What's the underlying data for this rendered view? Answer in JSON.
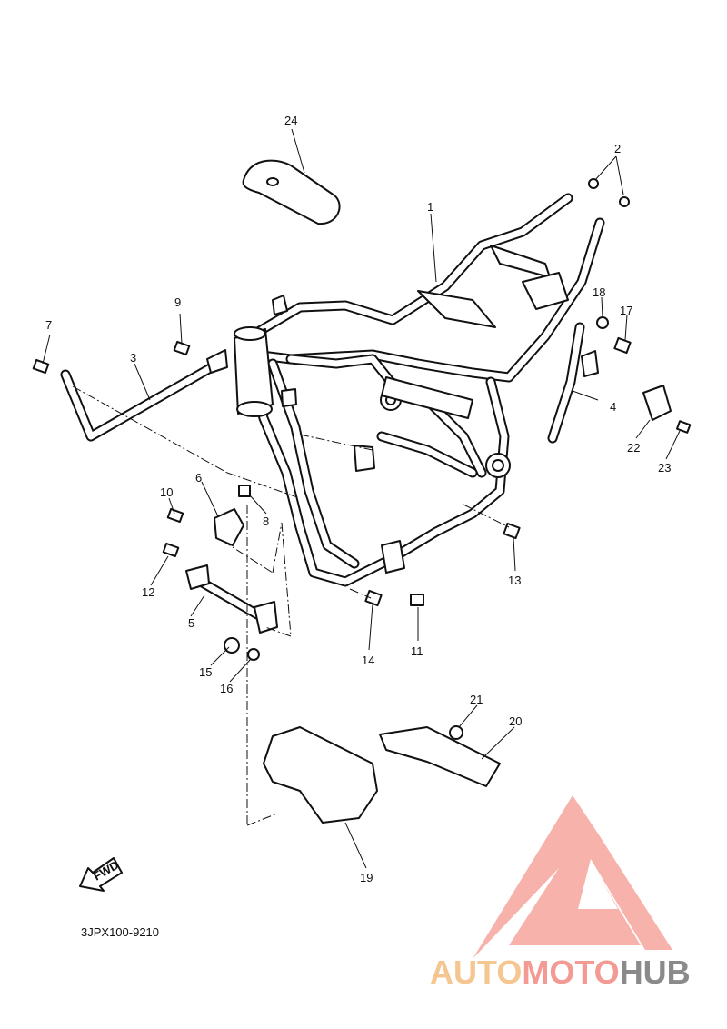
{
  "diagram": {
    "callouts": [
      "1",
      "2",
      "3",
      "4",
      "5",
      "6",
      "7",
      "8",
      "9",
      "10",
      "11",
      "12",
      "13",
      "14",
      "15",
      "16",
      "17",
      "18",
      "19",
      "20",
      "21",
      "22",
      "23",
      "24"
    ],
    "fwd_label": "FWD",
    "code": "3JPX100-9210"
  },
  "watermark": {
    "part1": "AUTO",
    "part2": "MOTO",
    "part3": "HUB",
    "colors": {
      "auto": "#f5c690",
      "moto": "#f29a93",
      "hub": "#8a8a8a",
      "logo": "#f5a49c"
    }
  }
}
